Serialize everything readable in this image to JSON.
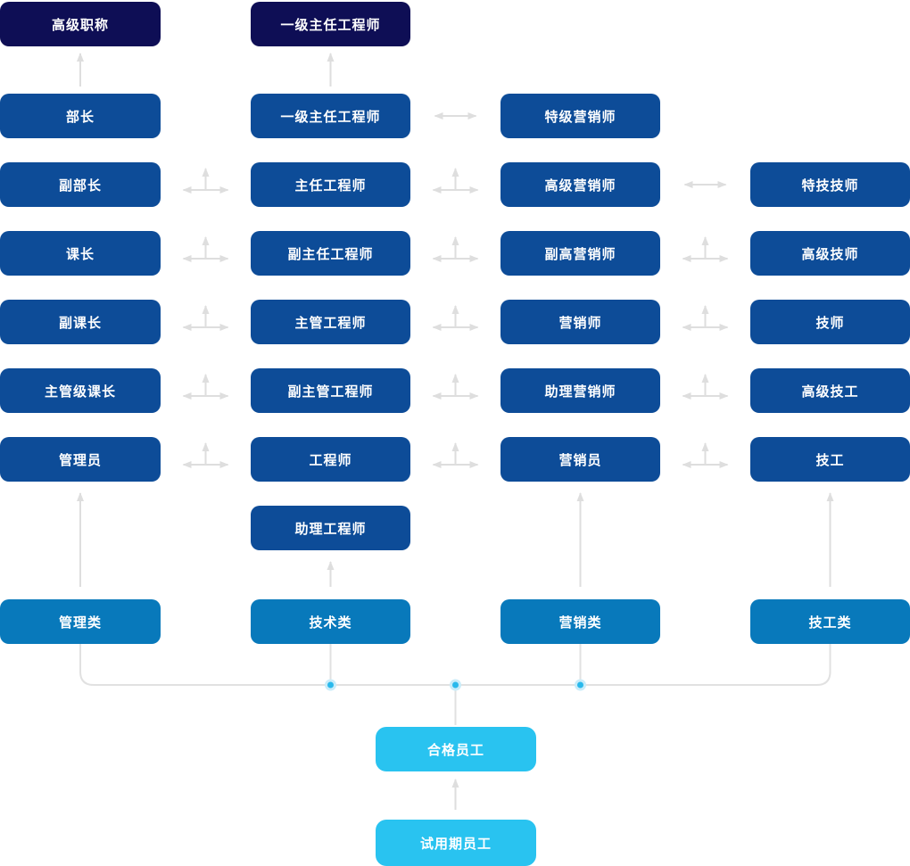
{
  "diagram": {
    "columns": [
      {
        "id": "management",
        "category": "管理类",
        "levels": [
          {
            "row": 0,
            "label": "高级职称",
            "tier": "top"
          },
          {
            "row": 1,
            "label": "部长",
            "tier": "level"
          },
          {
            "row": 2,
            "label": "副部长",
            "tier": "level"
          },
          {
            "row": 3,
            "label": "课长",
            "tier": "level"
          },
          {
            "row": 4,
            "label": "副课长",
            "tier": "level"
          },
          {
            "row": 5,
            "label": "主管级课长",
            "tier": "level"
          },
          {
            "row": 6,
            "label": "管理员",
            "tier": "level"
          }
        ]
      },
      {
        "id": "technical",
        "category": "技术类",
        "levels": [
          {
            "row": 0,
            "label": "一级主任工程师",
            "tier": "top"
          },
          {
            "row": 1,
            "label": "一级主任工程师",
            "tier": "level"
          },
          {
            "row": 2,
            "label": "主任工程师",
            "tier": "level"
          },
          {
            "row": 3,
            "label": "副主任工程师",
            "tier": "level"
          },
          {
            "row": 4,
            "label": "主管工程师",
            "tier": "level"
          },
          {
            "row": 5,
            "label": "副主管工程师",
            "tier": "level"
          },
          {
            "row": 6,
            "label": "工程师",
            "tier": "level"
          },
          {
            "row": 7,
            "label": "助理工程师",
            "tier": "level"
          }
        ]
      },
      {
        "id": "marketing",
        "category": "营销类",
        "levels": [
          {
            "row": 1,
            "label": "特级营销师",
            "tier": "level"
          },
          {
            "row": 2,
            "label": "高级营销师",
            "tier": "level"
          },
          {
            "row": 3,
            "label": "副高营销师",
            "tier": "level"
          },
          {
            "row": 4,
            "label": "营销师",
            "tier": "level"
          },
          {
            "row": 5,
            "label": "助理营销师",
            "tier": "level"
          },
          {
            "row": 6,
            "label": "营销员",
            "tier": "level"
          }
        ]
      },
      {
        "id": "worker",
        "category": "技工类",
        "levels": [
          {
            "row": 2,
            "label": "特技技师",
            "tier": "level"
          },
          {
            "row": 3,
            "label": "高级技师",
            "tier": "level"
          },
          {
            "row": 4,
            "label": "技师",
            "tier": "level"
          },
          {
            "row": 5,
            "label": "高级技工",
            "tier": "level"
          },
          {
            "row": 6,
            "label": "技工",
            "tier": "level"
          }
        ]
      }
    ],
    "base": {
      "qualified": "合格员工",
      "probation": "试用期员工"
    },
    "connections": {
      "up_arrows": [
        {
          "column": "management",
          "from_row": 1,
          "to_row": 0
        },
        {
          "column": "technical",
          "from_row": 1,
          "to_row": 0
        },
        {
          "column": "management",
          "from": "category",
          "to_row": 6
        },
        {
          "column": "technical",
          "from": "category",
          "to_row": 7
        },
        {
          "column": "marketing",
          "from": "category",
          "to_row": 6
        },
        {
          "column": "worker",
          "from": "category",
          "to_row": 6
        },
        {
          "column": "center",
          "from": "probation",
          "to": "qualified"
        }
      ],
      "double_arrows": [
        {
          "between": [
            "technical",
            "marketing"
          ],
          "row": 1
        },
        {
          "between": [
            "marketing",
            "worker"
          ],
          "row": 2
        }
      ],
      "threeway_arrows": [
        {
          "between": [
            "management",
            "technical"
          ],
          "rows": [
            2,
            3,
            4,
            5,
            6
          ]
        },
        {
          "between": [
            "technical",
            "marketing"
          ],
          "rows": [
            2,
            3,
            4,
            5,
            6
          ]
        },
        {
          "between": [
            "marketing",
            "worker"
          ],
          "rows": [
            3,
            4,
            5,
            6
          ]
        }
      ],
      "bus_junction_dots": [
        "technical",
        "center",
        "marketing"
      ]
    },
    "colors": {
      "top_level": "#0e0e55",
      "level": "#0d4c98",
      "category": "#0879bb",
      "employee": "#29c3f0",
      "arrow": "#dedede",
      "connector": "#e1e1e1",
      "dot": "#29b9ec",
      "dot_halo": "#c9ecf9",
      "text": "#ffffff"
    }
  }
}
